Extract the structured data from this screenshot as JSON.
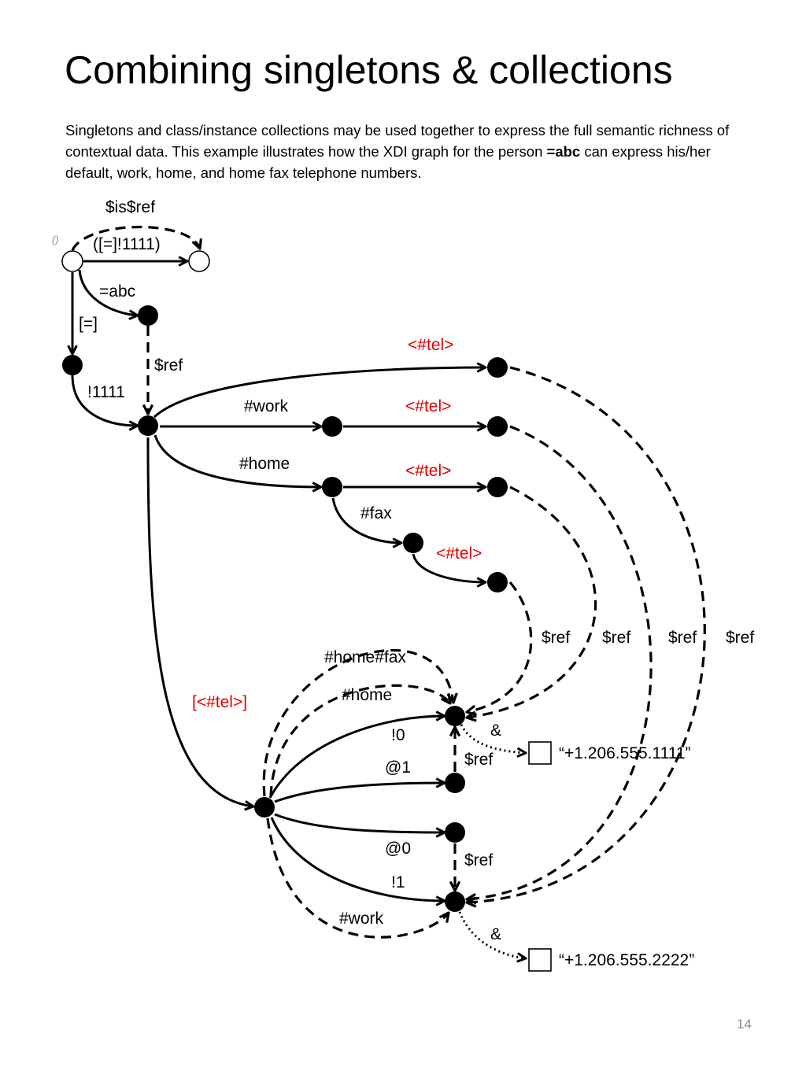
{
  "slide": {
    "title": "Combining singletons & collections",
    "body_text_1": "Singletons and class/instance collections may be used together to express the full semantic richness of contextual data. This example illustrates how the XDI graph for the person ",
    "body_bold": "=abc",
    "body_text_2": " can express his/her default, work, home, and home fax telephone numbers.",
    "page_number": "14"
  },
  "diagram": {
    "root_label": "()",
    "labels": {
      "is_ref": "$is$ref",
      "eq_1111_arc": "([=]!1111)",
      "abc": "=abc",
      "eq": "[=]",
      "ref_abc": "$ref",
      "bang1111": "!1111",
      "tel_top": "<#tel>",
      "work": "#work",
      "tel_work": "<#tel>",
      "home": "#home",
      "tel_home": "<#tel>",
      "fax": "#fax",
      "tel_fax": "<#tel>",
      "ref_a": "$ref",
      "ref_b": "$ref",
      "ref_c": "$ref",
      "ref_d": "$ref",
      "tel_collection": "[<#tel>]",
      "homefax_arc": "#home#fax",
      "home_arc": "#home",
      "bang0": "!0",
      "at1": "@1",
      "ref_at1": "$ref",
      "amp1": "&",
      "at0": "@0",
      "ref_at0": "$ref",
      "bang1": "!1",
      "work_arc": "#work",
      "amp2": "&"
    },
    "literals": {
      "phone1": "“+1.206.555.1111”",
      "phone2": "“+1.206.555.2222”"
    }
  }
}
